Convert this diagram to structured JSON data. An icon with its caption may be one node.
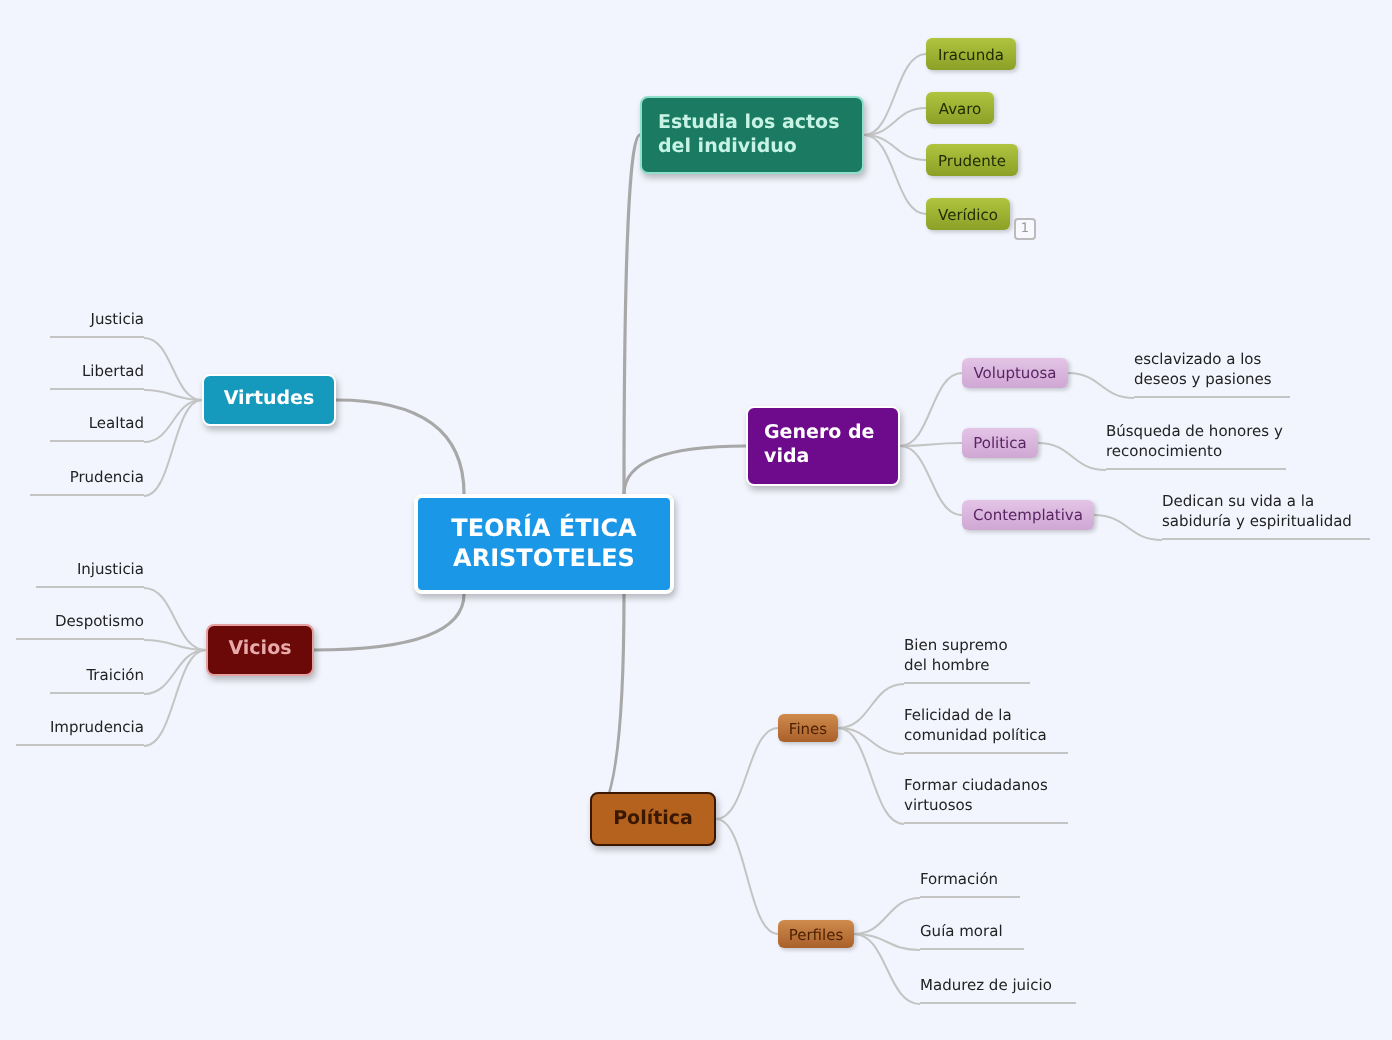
{
  "diagram": {
    "nodes": [
      {
        "text": [
          "TEORÍA ÉTICA ARISTOTELES"
        ]
      },
      {
        "text": [
          "Estudia los actos del individuo"
        ]
      },
      {
        "text": [
          "Iracunda"
        ]
      },
      {
        "text": [
          "Avaro"
        ]
      },
      {
        "text": [
          "Prudente"
        ]
      },
      {
        "text": [
          "Verídico"
        ]
      },
      {
        "text": [
          "Genero de vida"
        ]
      },
      {
        "text": [
          "Voluptuosa"
        ]
      },
      {
        "text": [
          "esclavizado a los deseos y pasiones"
        ]
      },
      {
        "text": [
          "Politica"
        ]
      },
      {
        "text": [
          "Búsqueda de honores y reconocimiento"
        ]
      },
      {
        "text": [
          "Contemplativa"
        ]
      },
      {
        "text": [
          "Dedican su vida a la sabiduría y espiritualidad"
        ]
      },
      {
        "text": [
          "Virtudes"
        ]
      },
      {
        "text": [
          "Justicia"
        ]
      },
      {
        "text": [
          "Libertad"
        ]
      },
      {
        "text": [
          "Lealtad"
        ]
      },
      {
        "text": [
          "Prudencia"
        ]
      },
      {
        "text": [
          "Vicios"
        ]
      },
      {
        "text": [
          "Injusticia"
        ]
      },
      {
        "text": [
          "Despotismo"
        ]
      },
      {
        "text": [
          "Traición"
        ]
      },
      {
        "text": [
          "Imprudencia"
        ]
      },
      {
        "text": [
          "Política"
        ]
      },
      {
        "text": [
          "Fines"
        ]
      },
      {
        "text": [
          "Bien supremo del hombre"
        ]
      },
      {
        "text": [
          "Felicidad de la comunidad política"
        ]
      },
      {
        "text": [
          "Formar ciudadanos virtuosos"
        ]
      },
      {
        "text": [
          "Perfiles"
        ]
      },
      {
        "text": [
          "Formación"
        ]
      },
      {
        "text": [
          "Guía moral"
        ]
      },
      {
        "text": [
          "Madurez de juicio"
        ]
      }
    ],
    "edges": [
      {
        "from": 0,
        "to": 1,
        "arrow": "none"
      },
      {
        "from": 1,
        "to": 2,
        "arrow": "none"
      },
      {
        "from": 1,
        "to": 3,
        "arrow": "none"
      },
      {
        "from": 1,
        "to": 4,
        "arrow": "none"
      },
      {
        "from": 1,
        "to": 5,
        "arrow": "none"
      },
      {
        "from": 0,
        "to": 6,
        "arrow": "none"
      },
      {
        "from": 6,
        "to": 7,
        "arrow": "none"
      },
      {
        "from": 7,
        "to": 8,
        "arrow": "none"
      },
      {
        "from": 6,
        "to": 9,
        "arrow": "none"
      },
      {
        "from": 9,
        "to": 10,
        "arrow": "none"
      },
      {
        "from": 6,
        "to": 11,
        "arrow": "none"
      },
      {
        "from": 11,
        "to": 12,
        "arrow": "none"
      },
      {
        "from": 0,
        "to": 13,
        "arrow": "none"
      },
      {
        "from": 13,
        "to": 14,
        "arrow": "none"
      },
      {
        "from": 13,
        "to": 15,
        "arrow": "none"
      },
      {
        "from": 13,
        "to": 16,
        "arrow": "none"
      },
      {
        "from": 13,
        "to": 17,
        "arrow": "none"
      },
      {
        "from": 0,
        "to": 18,
        "arrow": "none"
      },
      {
        "from": 18,
        "to": 19,
        "arrow": "none"
      },
      {
        "from": 18,
        "to": 20,
        "arrow": "none"
      },
      {
        "from": 18,
        "to": 21,
        "arrow": "none"
      },
      {
        "from": 18,
        "to": 22,
        "arrow": "none"
      },
      {
        "from": 0,
        "to": 23,
        "arrow": "none"
      },
      {
        "from": 23,
        "to": 24,
        "arrow": "none"
      },
      {
        "from": 24,
        "to": 25,
        "arrow": "none"
      },
      {
        "from": 24,
        "to": 26,
        "arrow": "none"
      },
      {
        "from": 24,
        "to": 27,
        "arrow": "none"
      },
      {
        "from": 23,
        "to": 28,
        "arrow": "none"
      },
      {
        "from": 28,
        "to": 29,
        "arrow": "none"
      },
      {
        "from": 28,
        "to": 30,
        "arrow": "none"
      },
      {
        "from": 28,
        "to": 31,
        "arrow": "none"
      }
    ],
    "labels": [
      "1"
    ]
  }
}
